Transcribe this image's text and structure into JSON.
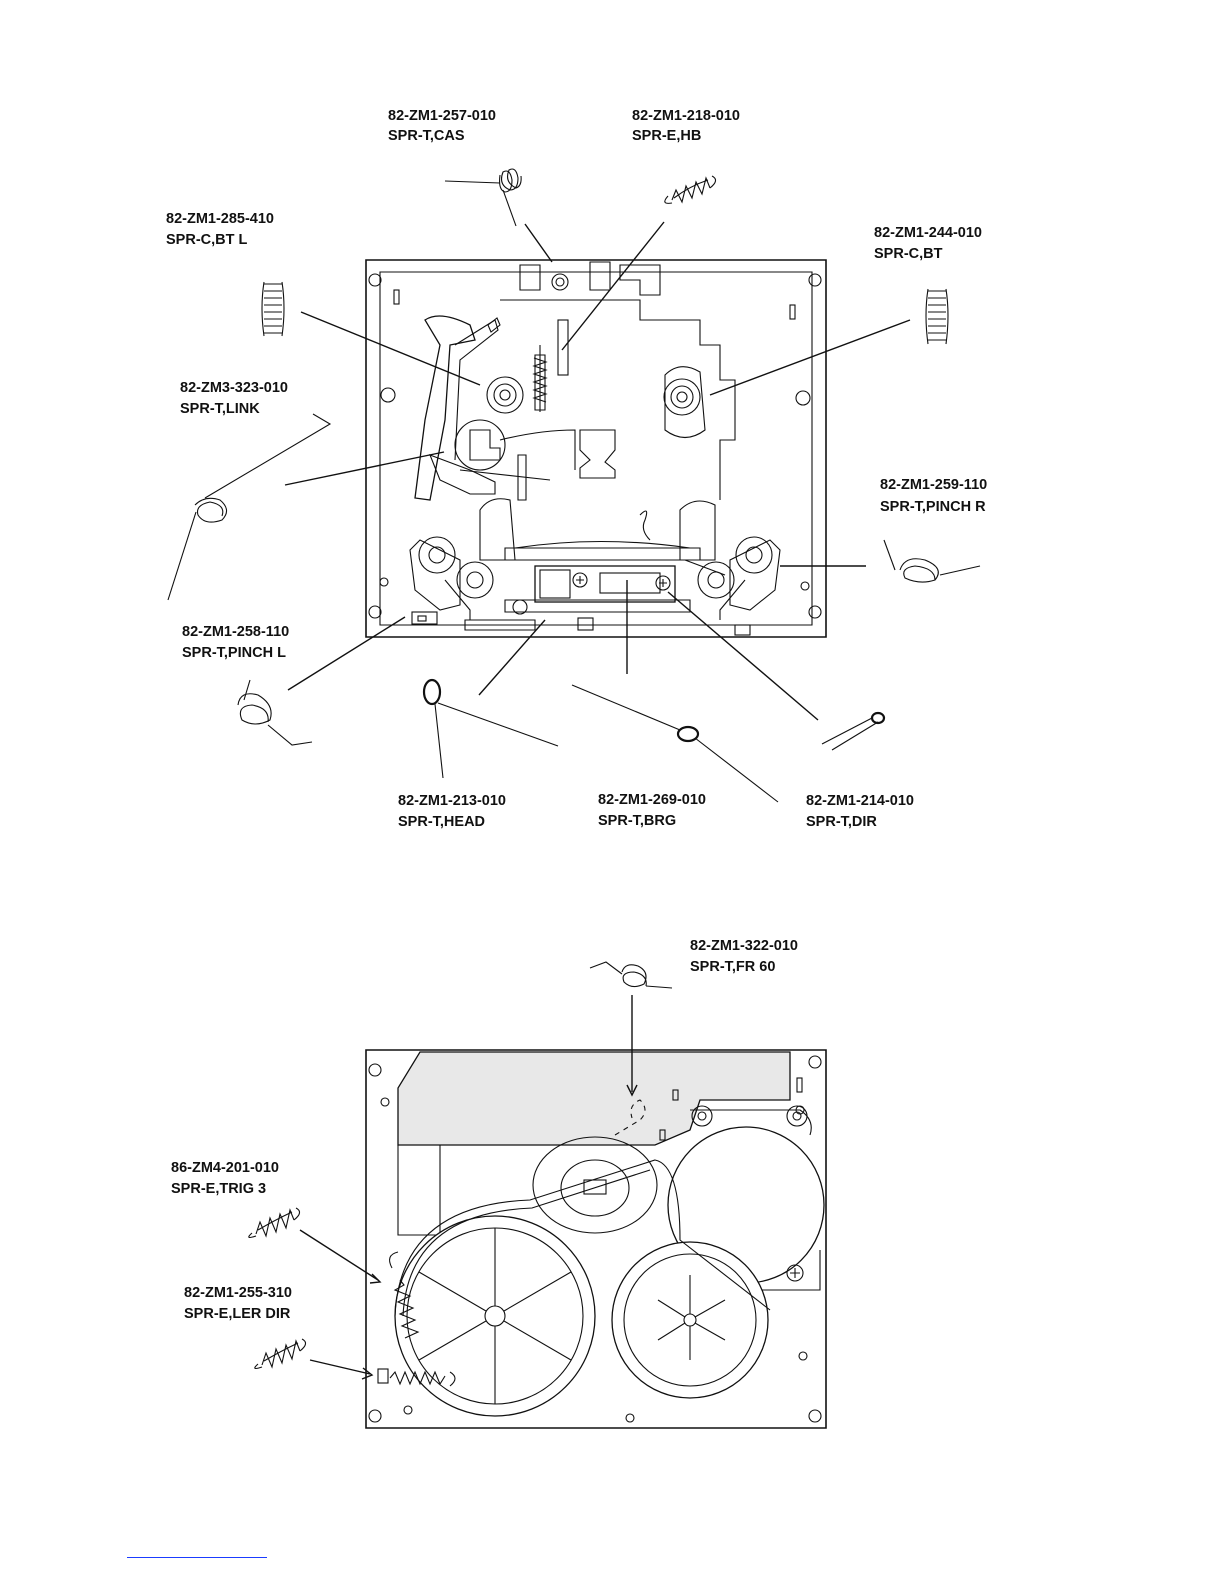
{
  "figure_top": {
    "parts": [
      {
        "part_no": "82-ZM1-257-010",
        "name": "SPR-T,CAS"
      },
      {
        "part_no": "82-ZM1-218-010",
        "name": "SPR-E,HB"
      },
      {
        "part_no": "82-ZM1-285-410",
        "name": "SPR-C,BT L"
      },
      {
        "part_no": "82-ZM1-244-010",
        "name": "SPR-C,BT"
      },
      {
        "part_no": "82-ZM3-323-010",
        "name": "SPR-T,LINK"
      },
      {
        "part_no": "82-ZM1-259-110",
        "name": "SPR-T,PINCH R"
      },
      {
        "part_no": "82-ZM1-258-110",
        "name": "SPR-T,PINCH L"
      },
      {
        "part_no": "82-ZM1-213-010",
        "name": "SPR-T,HEAD"
      },
      {
        "part_no": "82-ZM1-269-010",
        "name": "SPR-T,BRG"
      },
      {
        "part_no": "82-ZM1-214-010",
        "name": "SPR-T,DIR"
      }
    ]
  },
  "figure_bottom": {
    "parts": [
      {
        "part_no": "82-ZM1-322-010",
        "name": "SPR-T,FR 60"
      },
      {
        "part_no": "86-ZM4-201-010",
        "name": "SPR-E,TRIG 3"
      },
      {
        "part_no": "82-ZM1-255-310",
        "name": "SPR-E,LER DIR"
      }
    ]
  }
}
